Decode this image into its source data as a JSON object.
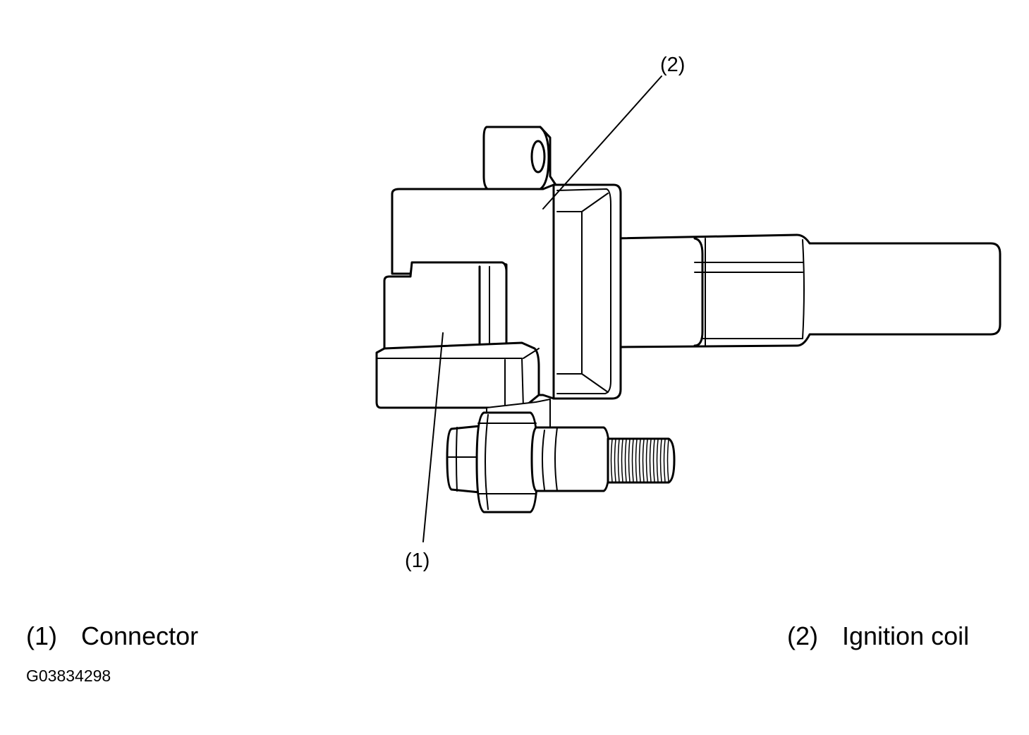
{
  "callouts": [
    {
      "id": "1",
      "label": "(1)"
    },
    {
      "id": "2",
      "label": "(2)"
    }
  ],
  "legend": [
    {
      "number": "(1)",
      "text": "Connector"
    },
    {
      "number": "(2)",
      "text": "Ignition coil"
    }
  ],
  "figure_id": "G03834298",
  "colors": {
    "line": "#000000",
    "background": "#ffffff"
  }
}
